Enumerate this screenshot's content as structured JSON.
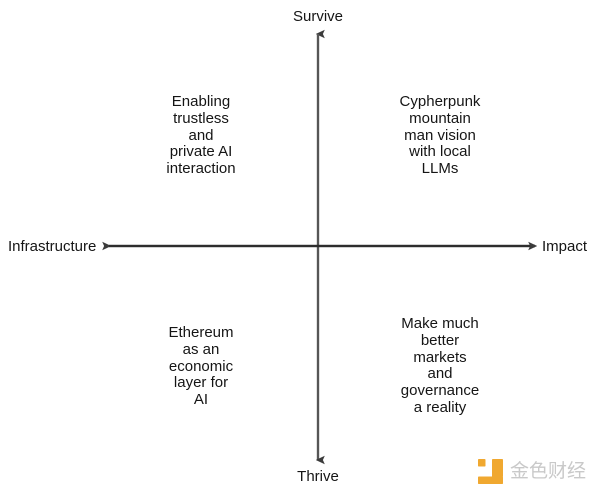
{
  "diagram": {
    "type": "2x2-quadrant-matrix",
    "background_color": "#ffffff",
    "axis_color": "#4a4a4a",
    "text_color": "#151515",
    "axes": {
      "vertical": {
        "top_label": "Survive",
        "bottom_label": "Thrive"
      },
      "horizontal": {
        "left_label": "Infrastructure",
        "right_label": "Impact"
      }
    },
    "quadrants": {
      "top_left": "Enabling\ntrustless\nand\nprivate AI\ninteraction",
      "top_right": "Cypherpunk\nmountain\nman vision\nwith local\nLLMs",
      "bottom_left": "Ethereum\nas an\neconomic\nlayer for\nAI",
      "bottom_right": "Make much\nbetter\nmarkets\nand\ngovernance\na reality"
    }
  },
  "watermark": {
    "text": "金色财经",
    "mark_color": "#f0a830",
    "text_color": "#c9c9c9"
  }
}
